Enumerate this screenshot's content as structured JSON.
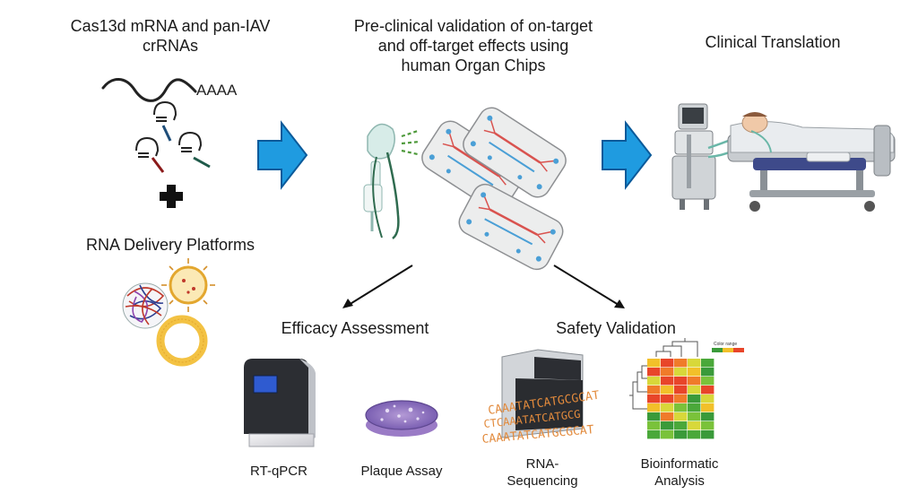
{
  "stages": {
    "left_title": "Cas13d mRNA and pan-IAV\ncrRNAs",
    "polyA": "AAAA",
    "delivery_title": "RNA Delivery Platforms",
    "middle_title": "Pre-clinical validation of on-target\nand off-target effects using\nhuman Organ Chips",
    "right_title": "Clinical Translation"
  },
  "branches": {
    "efficacy_title": "Efficacy Assessment",
    "safety_title": "Safety Validation"
  },
  "methods": {
    "rtqpcr": "RT-qPCR",
    "plaque": "Plaque Assay",
    "rnaseq": "RNA-\nSequencing",
    "bioinfo": "Bioinformatic\nAnalysis"
  },
  "heatmap": {
    "color_range_label": "Color range",
    "cells": [
      [
        "#f2c02a",
        "#e8452a",
        "#f07b2a",
        "#d8d83a",
        "#4aa83a"
      ],
      [
        "#e8452a",
        "#f07b2a",
        "#d8d83a",
        "#f2c02a",
        "#3a9a3a"
      ],
      [
        "#d8d83a",
        "#e8452a",
        "#e8452a",
        "#f07b2a",
        "#7ac23a"
      ],
      [
        "#f07b2a",
        "#f2c02a",
        "#e8452a",
        "#d8d83a",
        "#e8452a"
      ],
      [
        "#e8452a",
        "#e8452a",
        "#f07b2a",
        "#3a9a3a",
        "#d8d83a"
      ],
      [
        "#f2c02a",
        "#d8d83a",
        "#7ac23a",
        "#4aa83a",
        "#f2c02a"
      ],
      [
        "#3a9a3a",
        "#f07b2a",
        "#d8d83a",
        "#7ac23a",
        "#3a9a3a"
      ],
      [
        "#7ac23a",
        "#3a9a3a",
        "#4aa83a",
        "#d8d83a",
        "#7ac23a"
      ],
      [
        "#4aa83a",
        "#7ac23a",
        "#3a9a3a",
        "#4aa83a",
        "#3a9a3a"
      ]
    ]
  },
  "sequence_lines": [
    "CAAATATCATGCGCAT",
    "CTCAAATATCATGCG",
    "CAAATATCATGCGCAT"
  ],
  "colors": {
    "arrow_blue": "#1f9be0",
    "arrow_outline": "#0b5a9a",
    "chip_red": "#d9534f",
    "chip_blue": "#4a9fd6",
    "lnp_orange": "#f3c243",
    "tube_green": "#2f6b4f"
  }
}
